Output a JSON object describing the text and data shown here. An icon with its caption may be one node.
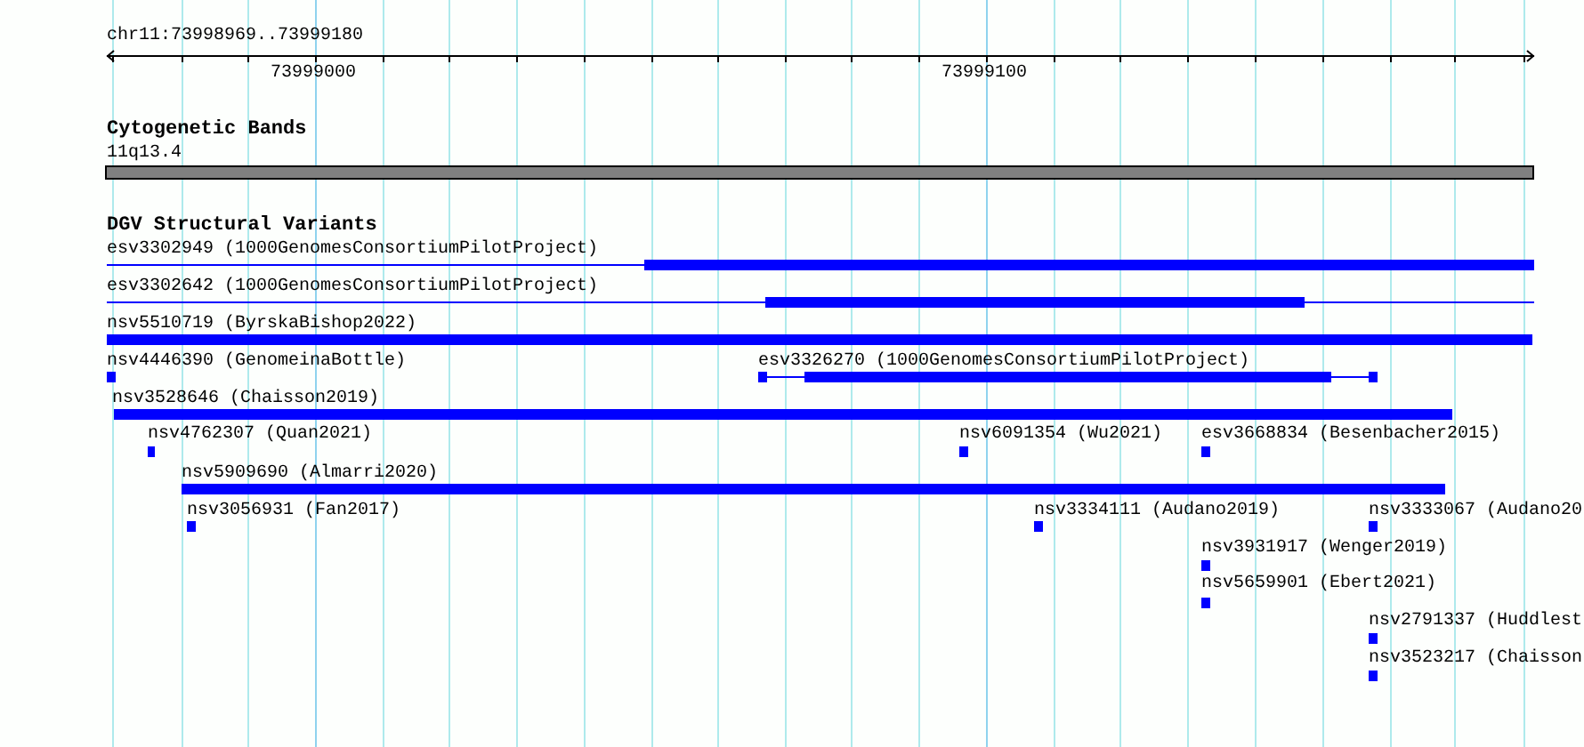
{
  "diagram": {
    "nodes": [
      {
        "text": [
          "11q13.4"
        ]
      },
      {
        "text": [
          "esv3302949 (1000GenomesConsortiumPilotProject)"
        ]
      },
      {
        "text": [
          "esv3302642 (1000GenomesConsortiumPilotProject)"
        ]
      },
      {
        "text": [
          "nsv5510719 (ByrskaBishop2022)"
        ]
      },
      {
        "text": [
          "nsv4446390 (GenomeinaBottle)"
        ]
      },
      {
        "text": [
          "esv3326270 (1000GenomesConsortiumPilotProject)"
        ]
      },
      {
        "text": [
          "nsv3528646 (Chaisson2019)"
        ]
      },
      {
        "text": [
          "nsv4762307 (Quan2021)"
        ]
      },
      {
        "text": [
          "nsv6091354 (Wu2021)"
        ]
      },
      {
        "text": [
          "esv3668834 (Besenbacher2015)"
        ]
      },
      {
        "text": [
          "nsv5909690 (Almarri2020)"
        ]
      },
      {
        "text": [
          "nsv3056931 (Fan2017)"
        ]
      },
      {
        "text": [
          "nsv3334111 (Audano2019)"
        ]
      },
      {
        "text": [
          "nsv3333067 (Audano20"
        ]
      },
      {
        "text": [
          "nsv3931917 (Wenger2019)"
        ]
      },
      {
        "text": [
          "nsv5659901 (Ebert2021)"
        ]
      },
      {
        "text": [
          "nsv2791337 (Huddlest"
        ]
      },
      {
        "text": [
          "nsv3523217 (Chaisson"
        ]
      }
    ],
    "labels": [
      "chr11:73998969..73999180",
      "73999000",
      "73999100",
      "Cytogenetic Bands",
      "DGV Structural Variants"
    ]
  }
}
